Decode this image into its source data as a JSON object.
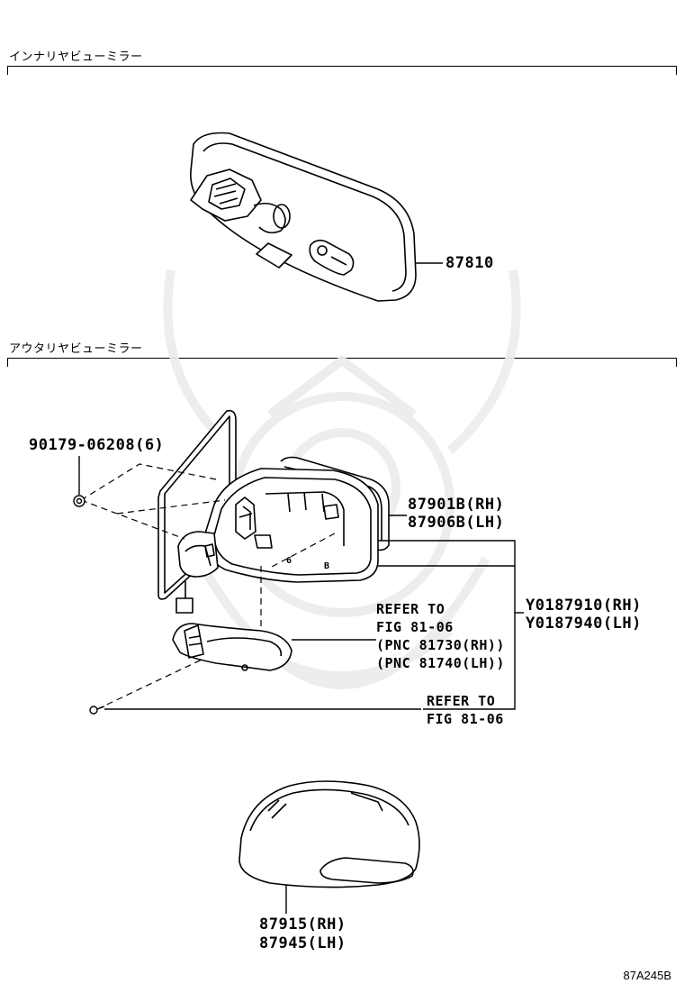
{
  "sections": {
    "inner": {
      "title": "インナリヤビューミラー"
    },
    "outer": {
      "title": "アウタリヤビューミラー"
    }
  },
  "parts": {
    "inner_mirror": "87810",
    "bolt": "90179-06208(6)",
    "visor_rh": "87901B(RH)",
    "visor_lh": "87906B(LH)",
    "assy_rh": "Y0187910(RH)",
    "assy_lh": "Y0187940(LH)",
    "cover_rh": "87915(RH)",
    "cover_lh": "87945(LH)"
  },
  "references": {
    "lamp": {
      "line1": "REFER TO",
      "line2": "FIG 81-06",
      "line3": "(PNC 81730(RH))",
      "line4": "(PNC 81740(LH))"
    },
    "screw": {
      "line1": "REFER TO",
      "line2": "FIG 81-06"
    }
  },
  "small_marks": {
    "mark_1": "6",
    "mark_2": "B"
  },
  "figure_code": "87A245B"
}
